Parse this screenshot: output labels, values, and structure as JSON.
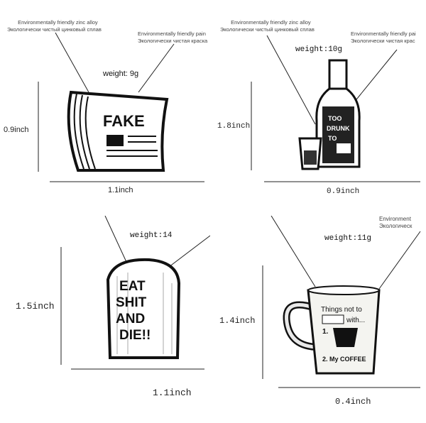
{
  "panels": [
    {
      "zinc_en": "Environmentally friendly zinc alloy",
      "zinc_ru": "Экологически чистый цинковый сплав",
      "paint_en": "Environmentally friendly pain",
      "paint_ru": "Экологически чистая краска",
      "weight": "weight: 9g",
      "height": "0.9inch",
      "width": "1.1inch",
      "pin_text": "FAKE"
    },
    {
      "zinc_en": "Environmentally friendly zinc alloy",
      "zinc_ru": "Экологически чистый цинковый сплав",
      "paint_en": "Environmentally friendly pai",
      "paint_ru": "Экологически чистая крас",
      "weight": "weight:10g",
      "height": "1.8inch",
      "width": "0.9inch",
      "pin_text": "TOO DRUNK TO"
    },
    {
      "weight": "weight:14",
      "height": "1.5inch",
      "width": "1.1inch",
      "pin_text": "EAT SHIT AND DIE!!"
    },
    {
      "paint_en": "Environment",
      "paint_ru": "Экологическ",
      "weight": "weight:11g",
      "height": "1.4inch",
      "width": "0.4inch",
      "pin_line1": "Things not to",
      "pin_line2": "with...",
      "pin_line3": "1.",
      "pin_line4": "2. My COFFEE"
    }
  ]
}
